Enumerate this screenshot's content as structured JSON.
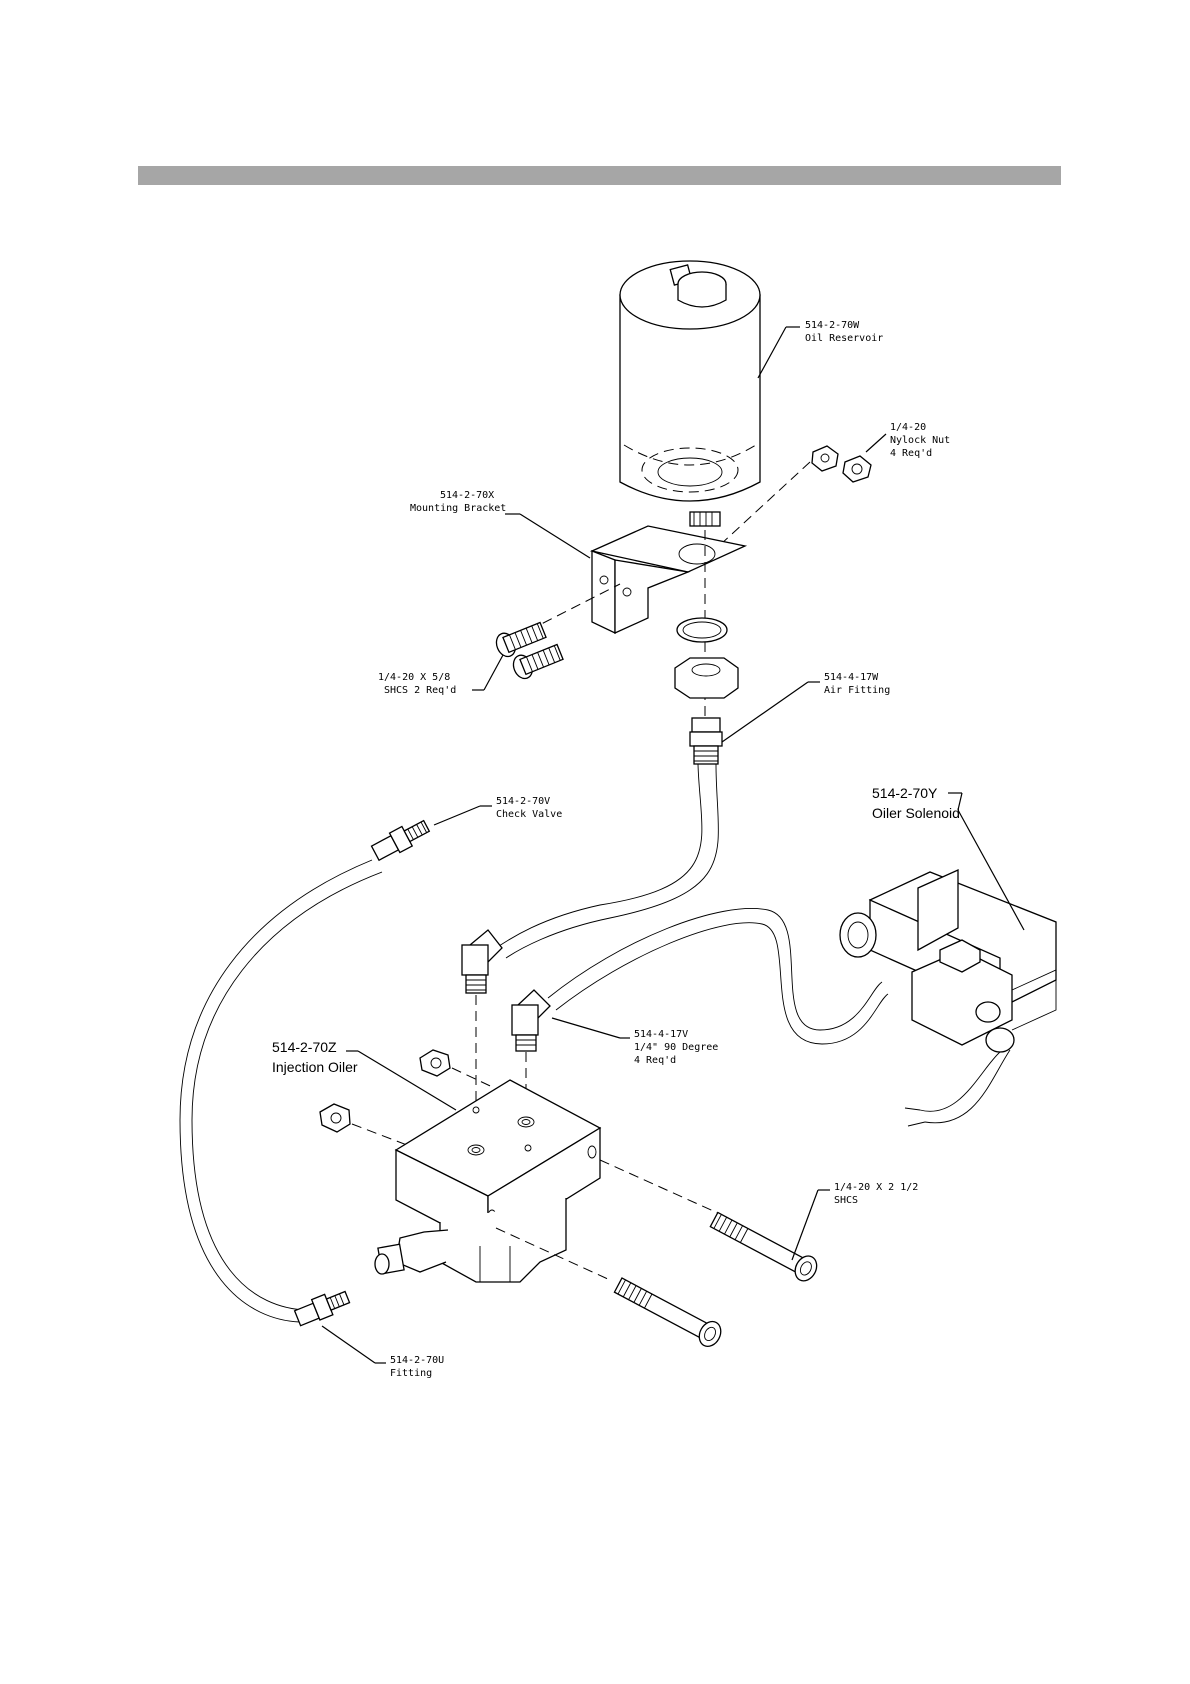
{
  "header": {
    "bar_color": "#a6a6a6"
  },
  "labels": {
    "oil_reservoir": {
      "part": "514-2-70W",
      "desc": "Oil Reservoir"
    },
    "nylock_nut": {
      "part": "1/4-20",
      "desc": "Nylock Nut",
      "qty": "4 Req'd"
    },
    "mounting_bracket": {
      "part": "514-2-70X",
      "desc": "Mounting Bracket"
    },
    "shcs_short": {
      "part": "1/4-20 X 5/8",
      "desc": "SHCS 2 Req'd"
    },
    "air_fitting": {
      "part": "514-4-17W",
      "desc": "Air Fitting"
    },
    "check_valve": {
      "part": "514-2-70V",
      "desc": "Check Valve"
    },
    "oiler_solenoid": {
      "part": "514-2-70Y",
      "desc": "Oiler Solenoid"
    },
    "elbow_90": {
      "part": "514-4-17V",
      "desc": "1/4\" 90 Degree",
      "qty": "4 Req'd"
    },
    "injection_oiler": {
      "part": "514-2-70Z",
      "desc": "Injection Oiler"
    },
    "shcs_long": {
      "part": "1/4-20 X 2 1/2",
      "desc": "SHCS"
    },
    "fitting": {
      "part": "514-2-70U",
      "desc": "Fitting"
    }
  }
}
